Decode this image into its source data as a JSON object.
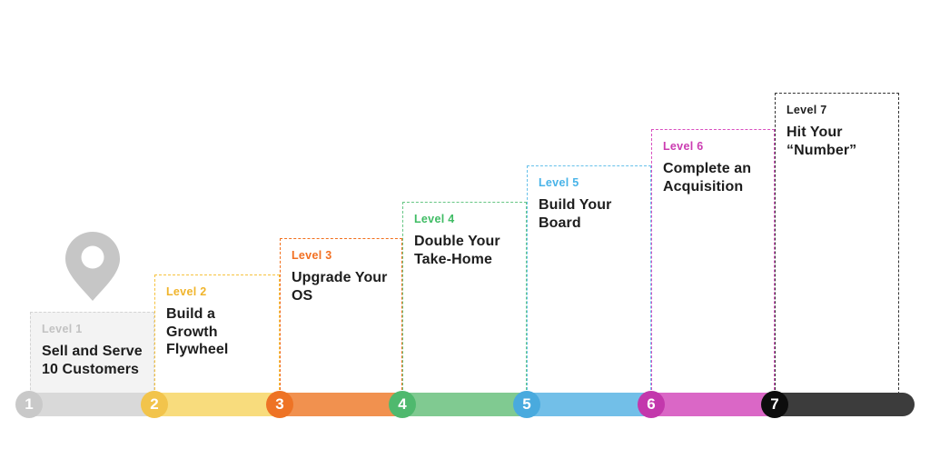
{
  "page": {
    "background": "#ffffff",
    "title_color": "#1d1d1d"
  },
  "pin_icon": {
    "name": "location-pin",
    "color": "#c6c6c6",
    "hole_color": "#ffffff"
  },
  "levels": [
    {
      "label": "Level 1",
      "title": "Sell and Serve\n10 Customers",
      "number": "1",
      "accent": "#c2c2c2",
      "border": "#d4d4d4",
      "fill": "#f3f3f3",
      "bar_segment": "#d9d9d9",
      "circle": "#c9c9c9",
      "number_color": "#ffffff"
    },
    {
      "label": "Level 2",
      "title": "Build a\nGrowth\nFlywheel",
      "number": "2",
      "accent": "#f0b42b",
      "border": "#f6c23e",
      "fill": "#ffffff",
      "bar_segment": "#f8dc7d",
      "circle": "#f2c44c",
      "number_color": "#ffffff"
    },
    {
      "label": "Level 3",
      "title": "Upgrade Your\nOS",
      "number": "3",
      "accent": "#f26f21",
      "border": "#f2701d",
      "fill": "#ffffff",
      "bar_segment": "#f1914f",
      "circle": "#ee7325",
      "number_color": "#ffffff"
    },
    {
      "label": "Level 4",
      "title": "Double Your\nTake-Home",
      "number": "4",
      "accent": "#3fbc64",
      "border": "#66c684",
      "fill": "#ffffff",
      "bar_segment": "#80ca91",
      "circle": "#4fb96e",
      "number_color": "#ffffff"
    },
    {
      "label": "Level 5",
      "title": "Build Your\nBoard",
      "number": "5",
      "accent": "#48b3e8",
      "border": "#66c0ea",
      "fill": "#ffffff",
      "bar_segment": "#72bfe8",
      "circle": "#49aade",
      "number_color": "#ffffff"
    },
    {
      "label": "Level 6",
      "title": "Complete an\nAcquisition",
      "number": "6",
      "accent": "#cb3cb1",
      "border": "#d94fc0",
      "fill": "#ffffff",
      "bar_segment": "#da67c6",
      "circle": "#c338ac",
      "number_color": "#ffffff"
    },
    {
      "label": "Level 7",
      "title": "Hit Your\n“Number”",
      "number": "7",
      "accent": "#1d1d1d",
      "border": "#333333",
      "fill": "#ffffff",
      "bar_segment": "#3c3c3c",
      "circle": "#0d0d0d",
      "number_color": "#ffffff"
    }
  ]
}
